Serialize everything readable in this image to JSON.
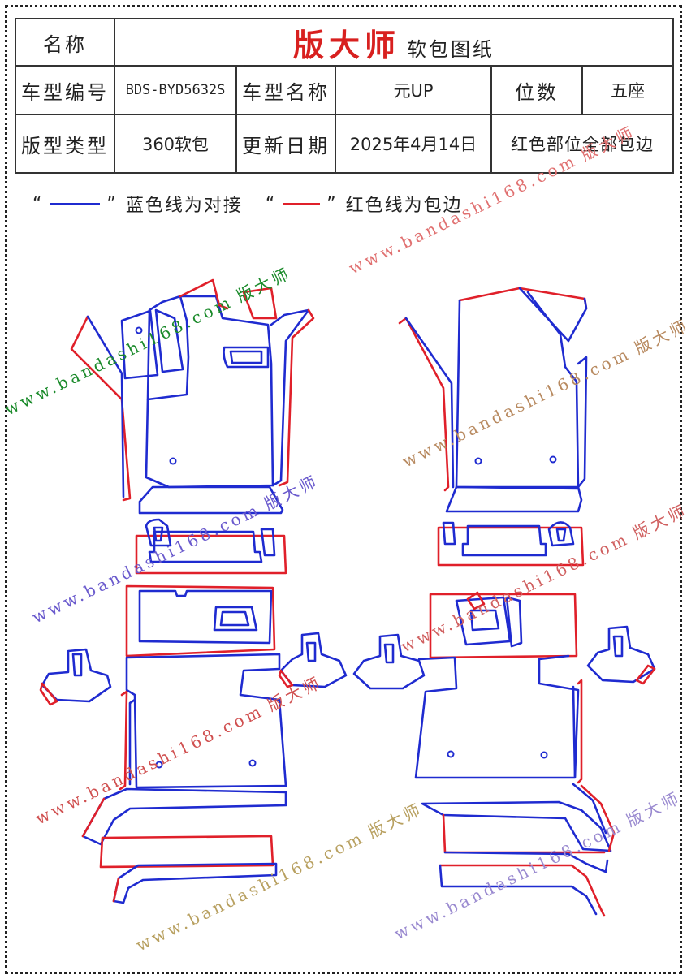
{
  "header": {
    "name_label": "名称",
    "brand": "版大师",
    "doc_type": "软包图纸",
    "model_code_label": "车型编号",
    "model_code": "BDS-BYD5632S",
    "model_name_label": "车型名称",
    "model_name": "元UP",
    "seats_label": "位数",
    "seats": "五座",
    "pattern_type_label": "版型类型",
    "pattern_type": "360软包",
    "update_label": "更新日期",
    "update_date": "2025年4月14日",
    "remark": "红色部位全部包边"
  },
  "legend": {
    "blue_text": "蓝色线为对接",
    "red_text": "红色线为包边",
    "blue_color": "#1f2bd0",
    "red_color": "#e0202a"
  },
  "watermark": {
    "site": "www.bandashi168.com",
    "brand": "版大师",
    "colors": [
      "#e07070",
      "#1a8a2a",
      "#6a5acd",
      "#b8a060"
    ]
  }
}
